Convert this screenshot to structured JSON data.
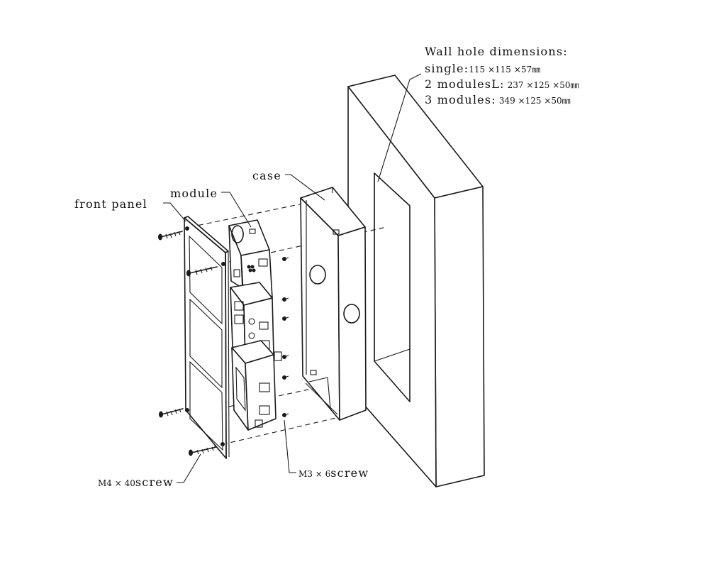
{
  "dimensions": {
    "heading": "Wall hole dimensions:",
    "rows": [
      {
        "name": "single:",
        "value": "115 ×115 ×57㎜"
      },
      {
        "name": "2 modulesL:",
        "value": "237 ×125 ×50㎜"
      },
      {
        "name": "3 modules:",
        "value": "349 ×125 ×50㎜"
      }
    ]
  },
  "labels": {
    "case": "case",
    "module": "module",
    "front_panel": "front panel",
    "m4_prefix": "M4 × 40",
    "m4_suffix": "screw",
    "m3_prefix": "M3 × 6",
    "m3_suffix": "screw"
  }
}
